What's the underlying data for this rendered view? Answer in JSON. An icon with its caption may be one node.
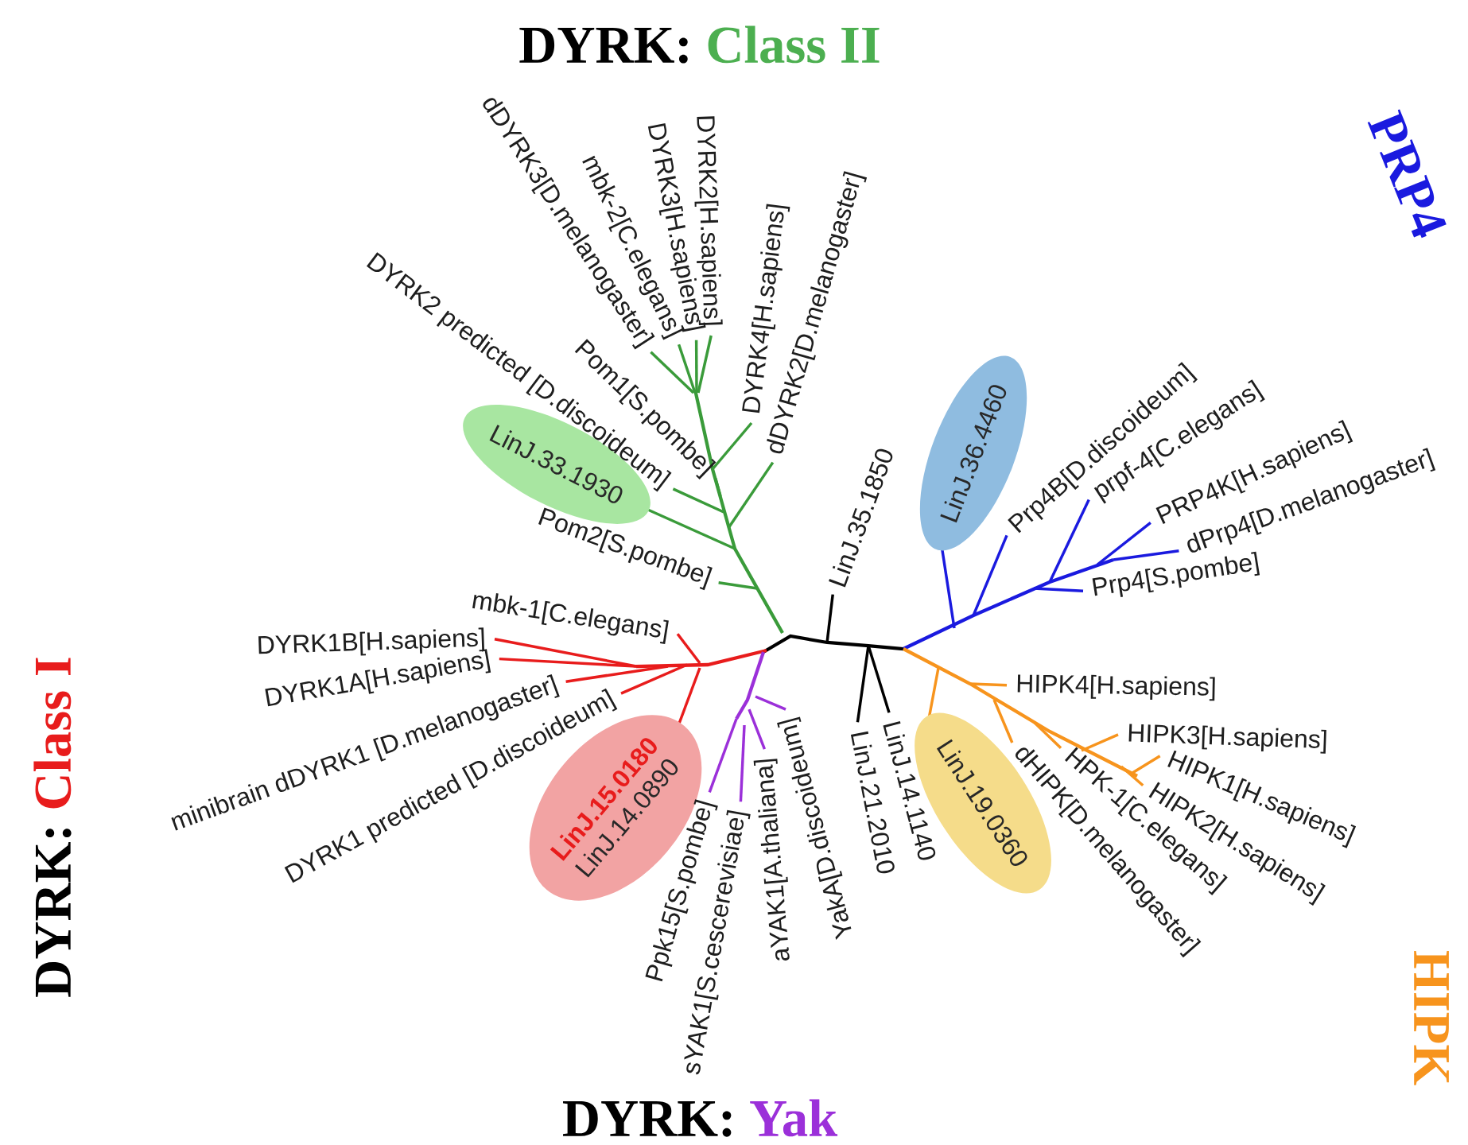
{
  "diagram": {
    "nodes": [
      {
        "text": [
          "LinJ.33.1930"
        ]
      },
      {
        "text": [
          "LinJ.36.4460"
        ]
      },
      {
        "text": [
          "LinJ.15.0180",
          "LinJ.14.0890"
        ]
      },
      {
        "text": [
          "LinJ.19.0360"
        ]
      }
    ],
    "labels": [
      "DYRK:",
      "Class II",
      "dDYRK3[D.melanogaster]",
      "mbk-2[C.elegans]",
      "DYRK3[H.sapiens]",
      "DYRK2[H.sapiens]",
      "DYRK4[H.sapiens]",
      "dDYRK2[D.melanogaster]",
      "PRP4",
      "DYRK2 predicted [D.discoideum]",
      "Pom1[S.pombe]",
      "Pom2[S.pombe]",
      "LinJ.35.1850",
      "Prp4B[D.discoideum]",
      "prpf-4[C.elegans]",
      "PRP4K[H.sapiens]",
      "dPrp4[D.melanogaster]",
      "Prp4[S.pombe]",
      "DYRK:",
      "Class I",
      "mbk-1[C.elegans]",
      "DYRK1B[H.sapiens]",
      "DYRK1A[H.sapiens]",
      "minibrain dDYRK1 [D.melanogaster]",
      "DYRK1 predicted [D.discoideum]",
      "Ppk15[S.pombe]",
      "sYAK1[S.cescerevisiae]",
      "aYAK1[A.thaliana]",
      "YakA[D.discoideum]",
      "LinJ.21.2010",
      "LinJ.14.1140",
      "HIPK4[H.sapiens]",
      "HIPK3[H.sapiens]",
      "HIPK1[H.sapiens]",
      "HIPK2[H.sapiens]",
      "HPK-1[C.elegans]",
      "dHIPK[D.melanogaster]",
      "HIPK",
      "DYRK:",
      "Yak"
    ]
  }
}
